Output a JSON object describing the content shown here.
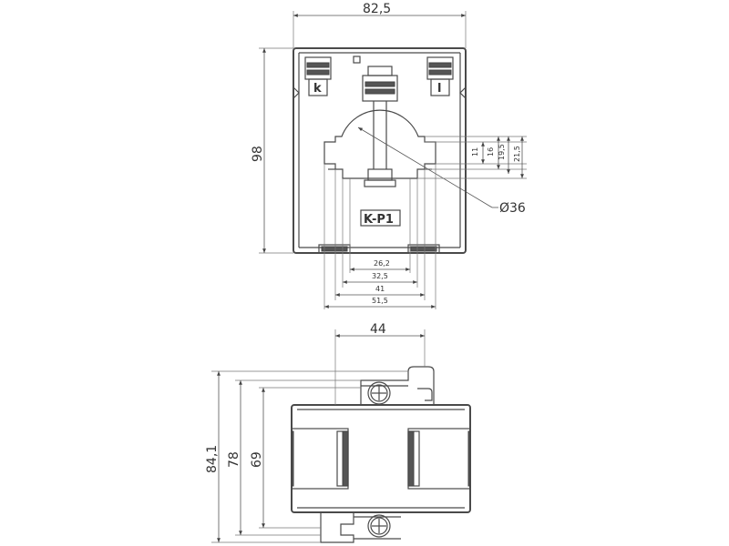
{
  "front_view": {
    "dim_width": "82,5",
    "dim_height": "98",
    "dim_diameter": "Ø36",
    "dims_right": [
      "11",
      "16",
      "19,5",
      "21,5"
    ],
    "dims_bottom": [
      "26,2",
      "32,5",
      "41",
      "51,5"
    ],
    "terminal_left": "k",
    "terminal_right": "l",
    "marking": "K-P1"
  },
  "side_view": {
    "dim_depth": "44",
    "dims_left": [
      "84,1",
      "78",
      "69"
    ]
  }
}
